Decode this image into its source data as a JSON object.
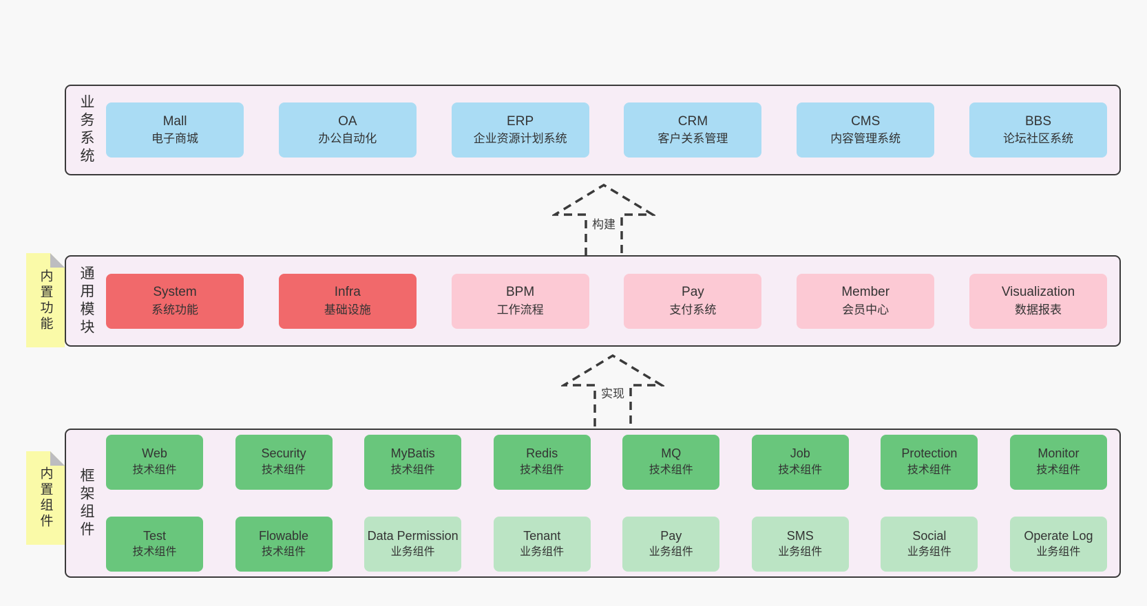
{
  "colors": {
    "page_bg": "#f8f8f8",
    "band_bg": "#f7edf6",
    "band_border": "#3a3a3a",
    "blue": "#aadcf4",
    "red": "#f1696b",
    "pink": "#fcc9d4",
    "green": "#69c67c",
    "light_green": "#bbe4c4",
    "sticky_yellow": "#fafaa8",
    "sticky_fold": "#bdbdc0",
    "text": "#333333"
  },
  "bands": [
    {
      "label": "业务系统",
      "items": [
        {
          "name": "Mall",
          "sub": "电子商城"
        },
        {
          "name": "OA",
          "sub": "办公自动化"
        },
        {
          "name": "ERP",
          "sub": "企业资源计划系统"
        },
        {
          "name": "CRM",
          "sub": "客户关系管理"
        },
        {
          "name": "CMS",
          "sub": "内容管理系统"
        },
        {
          "name": "BBS",
          "sub": "论坛社区系统"
        }
      ]
    },
    {
      "label": "通用模块",
      "sticky": "内置功能",
      "items": [
        {
          "name": "System",
          "sub": "系统功能"
        },
        {
          "name": "Infra",
          "sub": "基础设施"
        },
        {
          "name": "BPM",
          "sub": "工作流程"
        },
        {
          "name": "Pay",
          "sub": "支付系统"
        },
        {
          "name": "Member",
          "sub": "会员中心"
        },
        {
          "name": "Visualization",
          "sub": "数据报表"
        }
      ]
    },
    {
      "label": "框架组件",
      "sticky": "内置组件",
      "rows": [
        [
          {
            "name": "Web",
            "sub": "技术组件"
          },
          {
            "name": "Security",
            "sub": "技术组件"
          },
          {
            "name": "MyBatis",
            "sub": "技术组件"
          },
          {
            "name": "Redis",
            "sub": "技术组件"
          },
          {
            "name": "MQ",
            "sub": "技术组件"
          },
          {
            "name": "Job",
            "sub": "技术组件"
          },
          {
            "name": "Protection",
            "sub": "技术组件"
          },
          {
            "name": "Monitor",
            "sub": "技术组件"
          }
        ],
        [
          {
            "name": "Test",
            "sub": "技术组件"
          },
          {
            "name": "Flowable",
            "sub": "技术组件"
          },
          {
            "name": "Data Permission",
            "sub": "业务组件"
          },
          {
            "name": "Tenant",
            "sub": "业务组件"
          },
          {
            "name": "Pay",
            "sub": "业务组件"
          },
          {
            "name": "SMS",
            "sub": "业务组件"
          },
          {
            "name": "Social",
            "sub": "业务组件"
          },
          {
            "name": "Operate Log",
            "sub": "业务组件"
          }
        ]
      ]
    }
  ],
  "arrows": [
    {
      "label": "构建"
    },
    {
      "label": "实现"
    }
  ]
}
